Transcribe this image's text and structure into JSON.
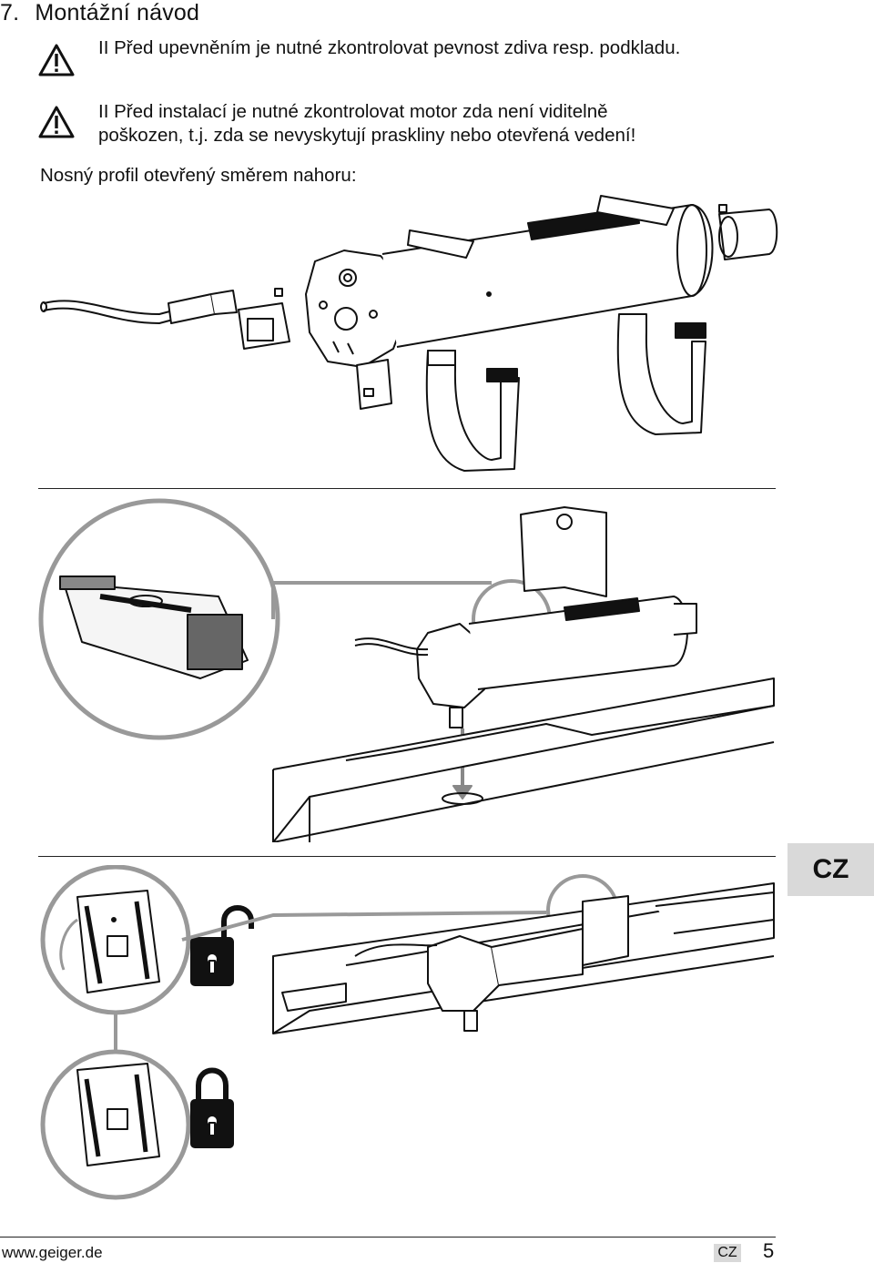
{
  "section": {
    "number": "7.",
    "title": "Montážní návod"
  },
  "warnings": [
    {
      "lines": [
        "II Před upevněním je nutné zkontrolovat pevnost zdiva resp. podkladu."
      ]
    },
    {
      "lines": [
        "II Před instalací je nutné zkontrolovat motor zda není viditelně",
        "poškozen, t.j. zda se nevyskytují praskliny nebo otevřená vedení!"
      ]
    }
  ],
  "subheading": "Nosný profil otevřený směrem nahoru:",
  "language_tab": "CZ",
  "footer": {
    "url": "www.geiger.de",
    "lang": "CZ",
    "page": "5"
  }
}
